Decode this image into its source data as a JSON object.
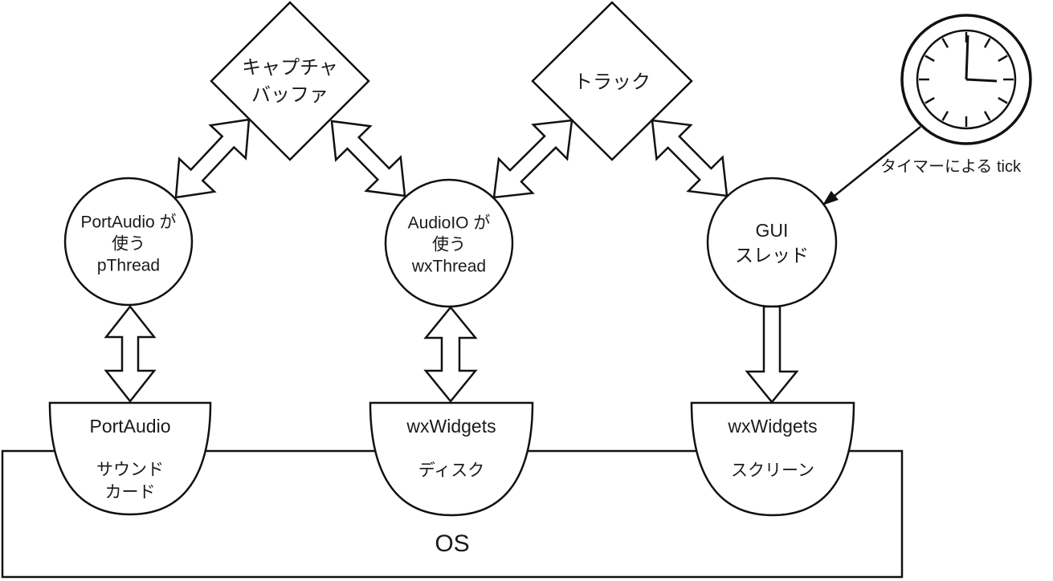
{
  "diagram": {
    "diamonds": [
      {
        "label": "キャプチャ\nバッファ"
      },
      {
        "label": "トラック"
      }
    ],
    "circles": [
      {
        "label": "PortAudio が\n使う\npThread"
      },
      {
        "label": "AudioIO が\n使う\nwxThread"
      },
      {
        "label": "GUI\nスレッド"
      }
    ],
    "interfaces": [
      {
        "api": "PortAudio",
        "device": "サウンド\nカード"
      },
      {
        "api": "wxWidgets",
        "device": "ディスク"
      },
      {
        "api": "wxWidgets",
        "device": "スクリーン"
      }
    ],
    "os_label": "OS",
    "timer_label": "タイマーによる tick",
    "colors": {
      "stroke": "#111111",
      "background": "#ffffff"
    }
  }
}
